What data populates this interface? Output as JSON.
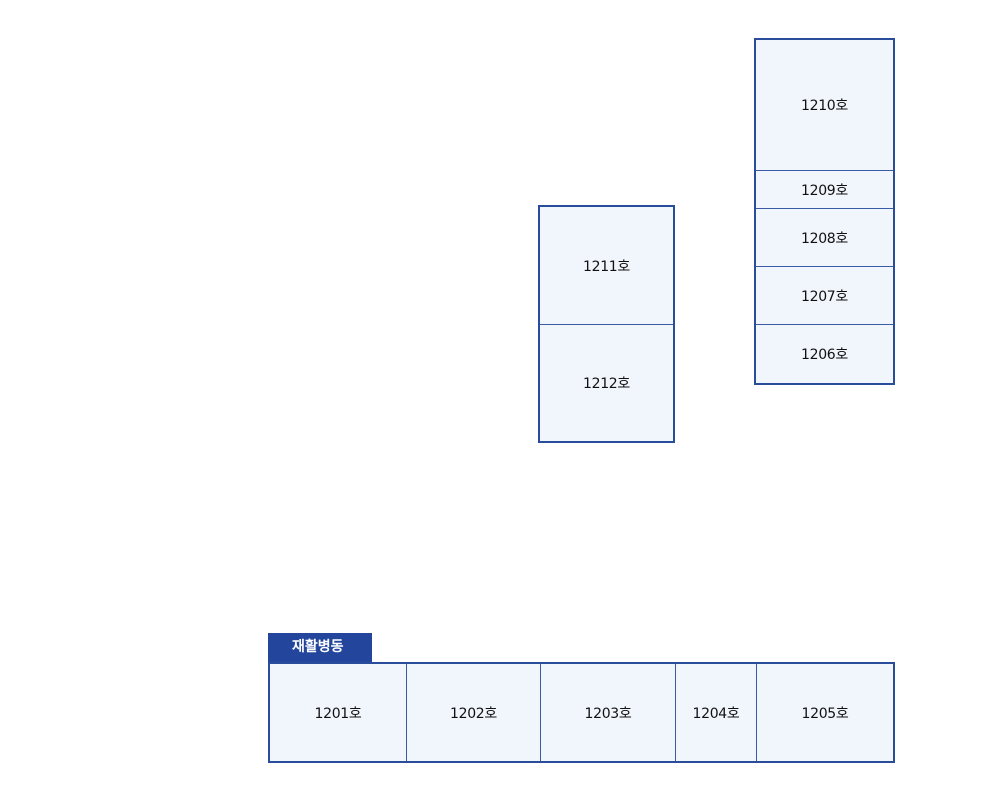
{
  "ward_label": "재활병동",
  "rooms": {
    "r1201": "1201호",
    "r1202": "1202호",
    "r1203": "1203호",
    "r1204": "1204호",
    "r1205": "1205호",
    "r1206": "1206호",
    "r1207": "1207호",
    "r1208": "1208호",
    "r1209": "1209호",
    "r1210": "1210호",
    "r1211": "1211호",
    "r1212": "1212호"
  },
  "colors": {
    "border": "#2a4d9b",
    "room_fill": "#f1f5fc",
    "label_bg": "#23459b"
  }
}
